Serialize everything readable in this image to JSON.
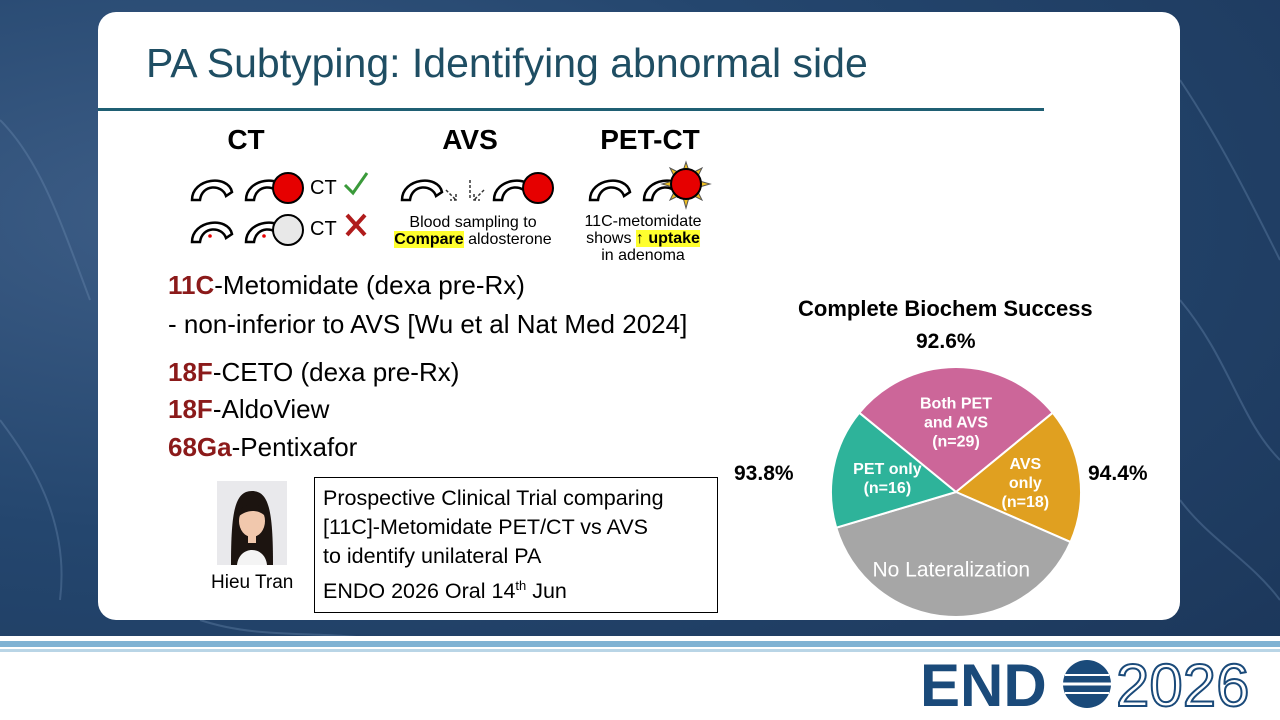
{
  "slide": {
    "title": "PA Subtyping: Identifying abnormal side",
    "methods": [
      {
        "heading": "CT",
        "row1_label": "CT",
        "row2_label": "CT"
      },
      {
        "heading": "AVS",
        "caption_line1": "Blood sampling to",
        "caption_highlight": "Compare",
        "caption_line2_rest": " aldosterone"
      },
      {
        "heading": "PET-CT",
        "caption_line1": "11C-metomidate",
        "caption_line2_pre": "shows ",
        "caption_highlight": "↑ uptake",
        "caption_line3": "in adenoma"
      }
    ],
    "tracers": [
      {
        "prefix": "11C",
        "rest": "-Metomidate (dexa pre-Rx)"
      },
      {
        "prefix": "",
        "rest": " - non-inferior to AVS [Wu et al Nat Med 2024]"
      },
      {
        "prefix": "18F",
        "rest": "-CETO (dexa pre-Rx)"
      },
      {
        "prefix": "18F",
        "rest": "-AldoView"
      },
      {
        "prefix": "68Ga",
        "rest": "-Pentixafor"
      }
    ],
    "presenter": {
      "name": "Hieu Tran"
    },
    "trial_box": {
      "line1": "Prospective Clinical Trial comparing",
      "line2": "[11C]-Metomidate PET/CT vs AVS",
      "line3": "to identify unilateral PA",
      "line4_pre": "ENDO 2026 Oral 14",
      "line4_sup": "th",
      "line4_post": " Jun"
    }
  },
  "chart_data": {
    "type": "pie",
    "title": "Complete Biochem Success",
    "slices": [
      {
        "label": "Both PET and AVS",
        "n_label": "(n=29)",
        "value": 29,
        "color": "#cc6699",
        "success": "92.6%"
      },
      {
        "label": "AVS only",
        "n_label": "(n=18)",
        "value": 18,
        "color": "#e0a020",
        "success": "94.4%"
      },
      {
        "label": "No Lateralization",
        "n_label": "",
        "value": 40,
        "color": "#a6a6a6",
        "success": ""
      },
      {
        "label": "PET only",
        "n_label": "(n=16)",
        "value": 16,
        "color": "#2eb39a",
        "success": "93.8%"
      }
    ]
  },
  "colors": {
    "title": "#1f4e63",
    "tracer_prefix": "#8b1a1a",
    "pct_both": "#cc6699",
    "pct_avs": "#d4a020",
    "pct_pet": "#2eb39a",
    "logo_blue": "#1a4a7a"
  },
  "footer": {
    "logo_text_left": "END",
    "logo_text_right": "2026"
  }
}
